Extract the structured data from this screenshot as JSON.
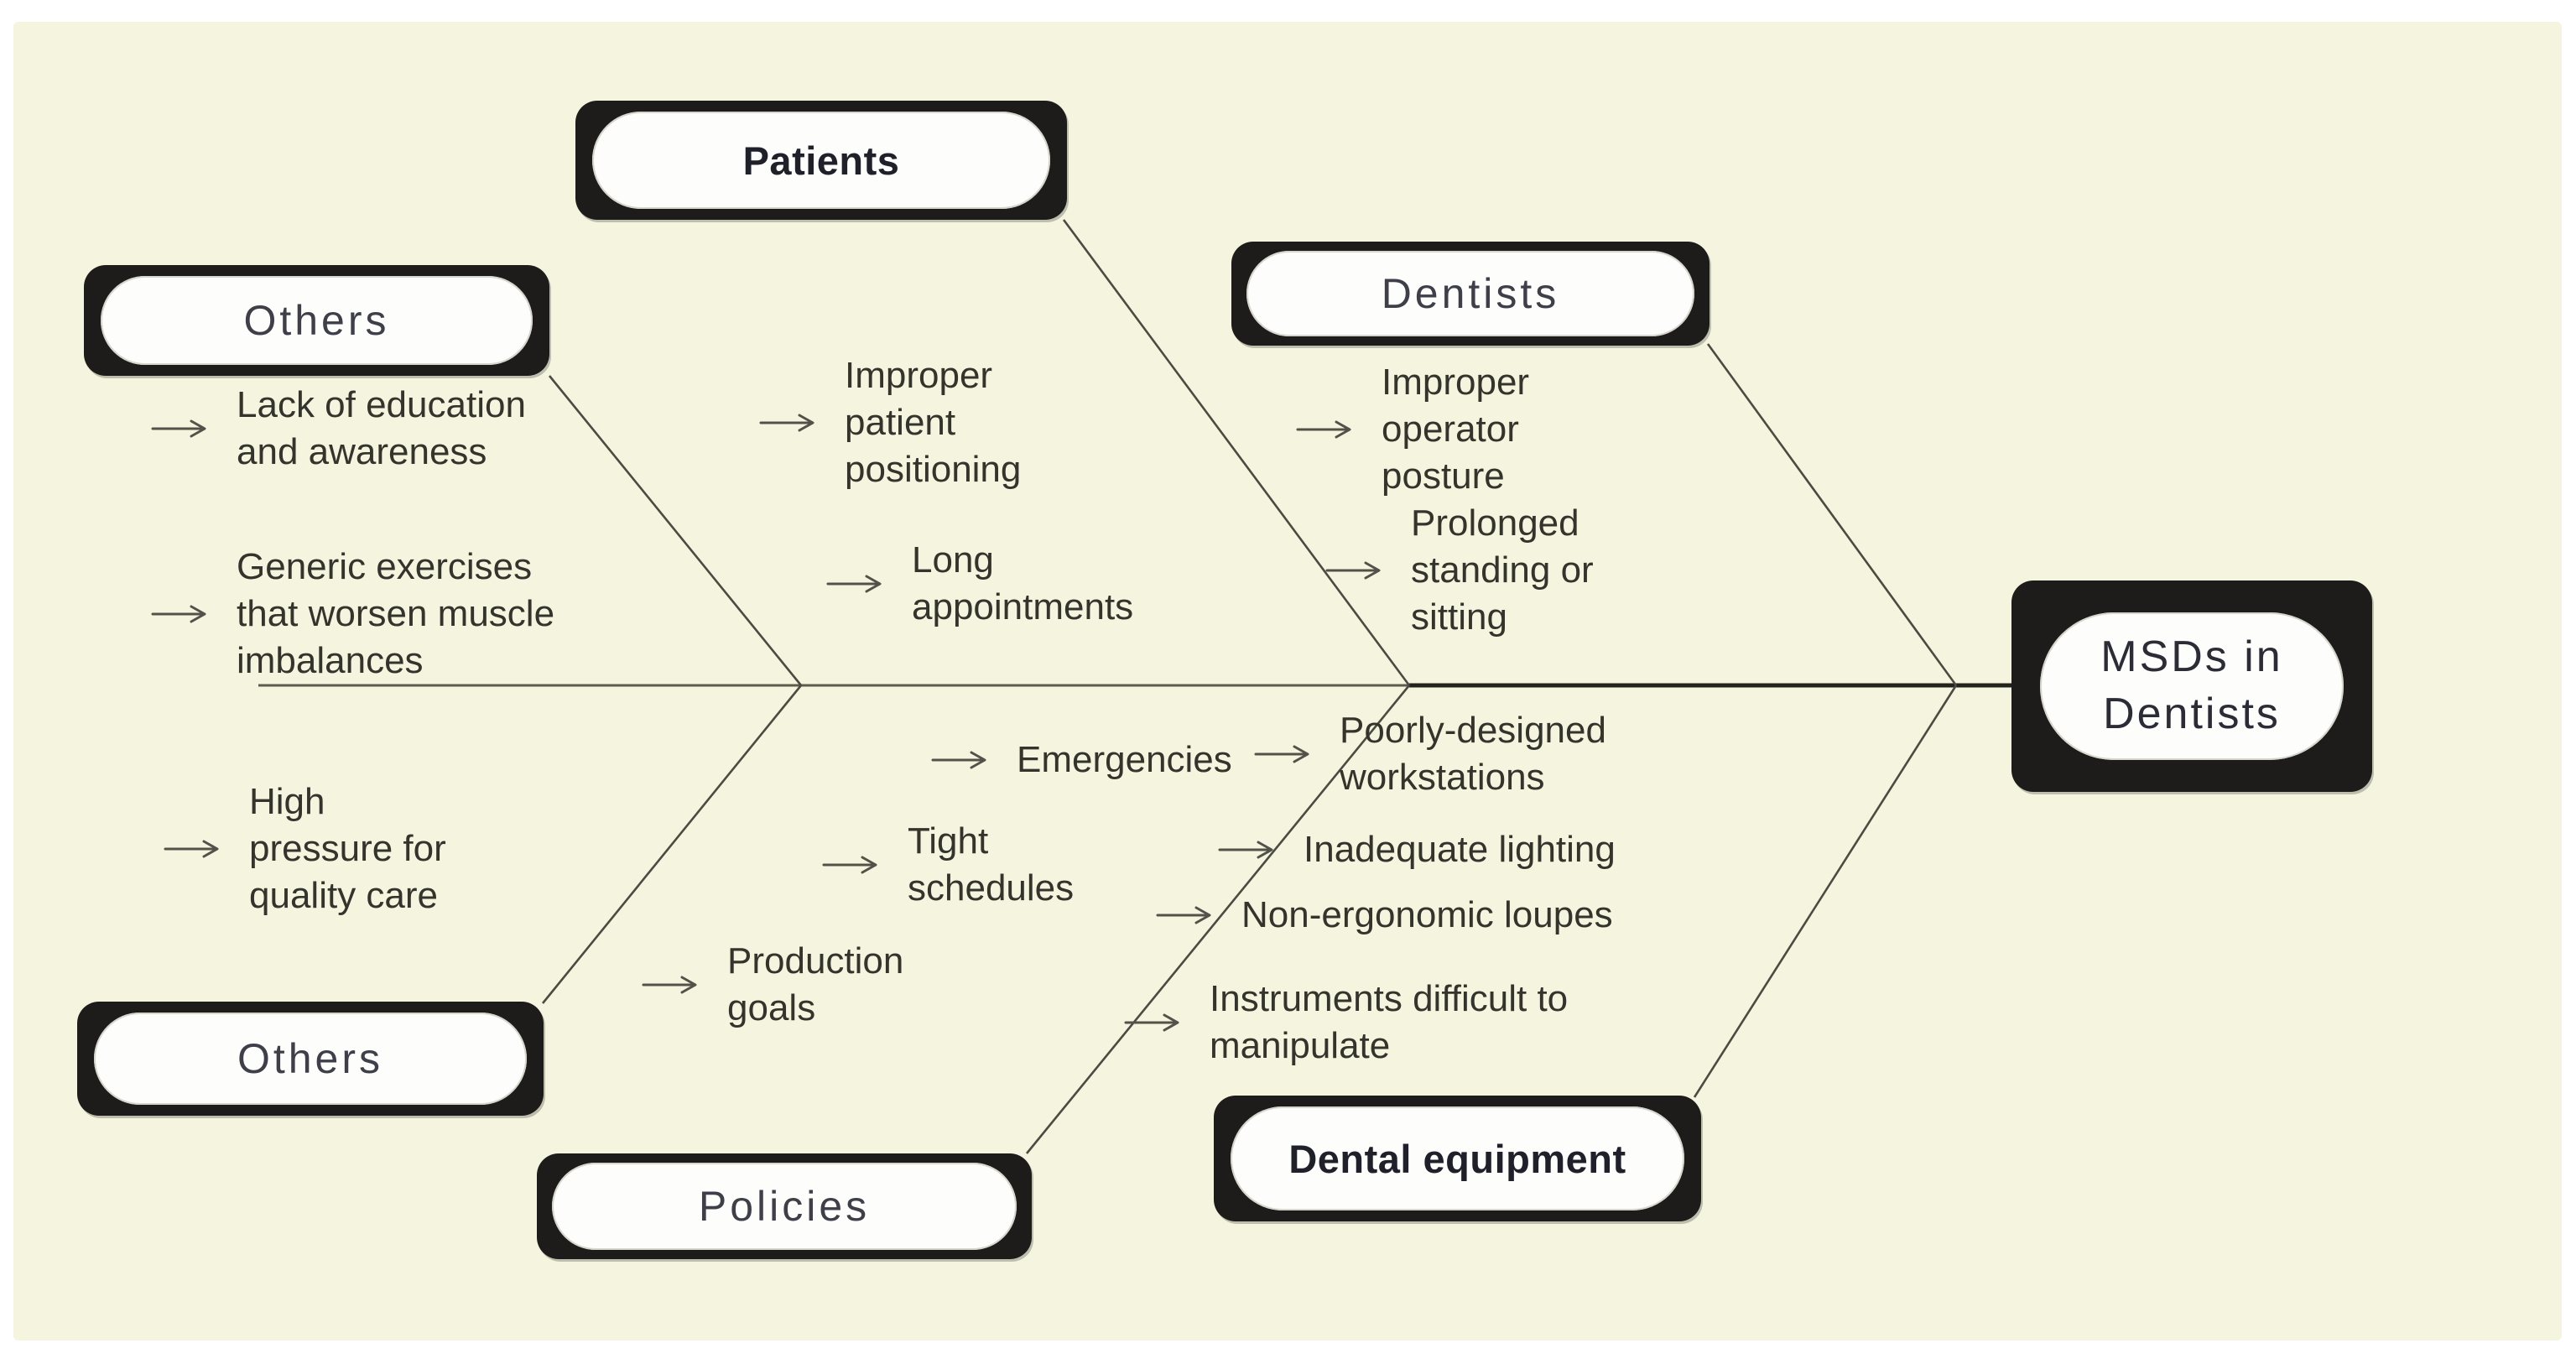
{
  "diagram": {
    "type": "fishbone",
    "effect": {
      "label": "MSDs in\nDentists"
    },
    "categories": [
      {
        "id": "others-top",
        "label": "Others",
        "side": "top",
        "causes": [
          "Lack of education\nand awareness",
          "Generic exercises\nthat worsen muscle\nimbalances"
        ]
      },
      {
        "id": "patients",
        "label": "Patients",
        "side": "top",
        "causes": [
          "Improper\npatient\npositioning",
          "Long\nappointments"
        ]
      },
      {
        "id": "dentists",
        "label": "Dentists",
        "side": "top",
        "causes": [
          "Improper\noperator\nposture",
          "Prolonged\nstanding or\nsitting"
        ]
      },
      {
        "id": "others-bottom",
        "label": "Others",
        "side": "bottom",
        "causes": [
          "High\npressure for\nquality care"
        ]
      },
      {
        "id": "policies",
        "label": "Policies",
        "side": "bottom",
        "causes": [
          "Emergencies",
          "Tight\nschedules",
          "Production\ngoals"
        ]
      },
      {
        "id": "dental-equipment",
        "label": "Dental equipment",
        "side": "bottom",
        "causes": [
          "Poorly-designed\nworkstations",
          "Inadequate lighting",
          "Non-ergonomic loupes",
          "Instruments difficult to\nmanipulate"
        ]
      }
    ]
  },
  "colors": {
    "page_background": "#ffffff",
    "canvas_background": "#f5f4df",
    "node_fill": "#1d1c1a",
    "node_pill_fill": "#fdfdfc",
    "line_color": "#4c4b42",
    "spine_accent": "#23231e",
    "cause_text": "#34342d",
    "label_text_light": "#3f3f49",
    "label_text_bold": "#20202a"
  }
}
